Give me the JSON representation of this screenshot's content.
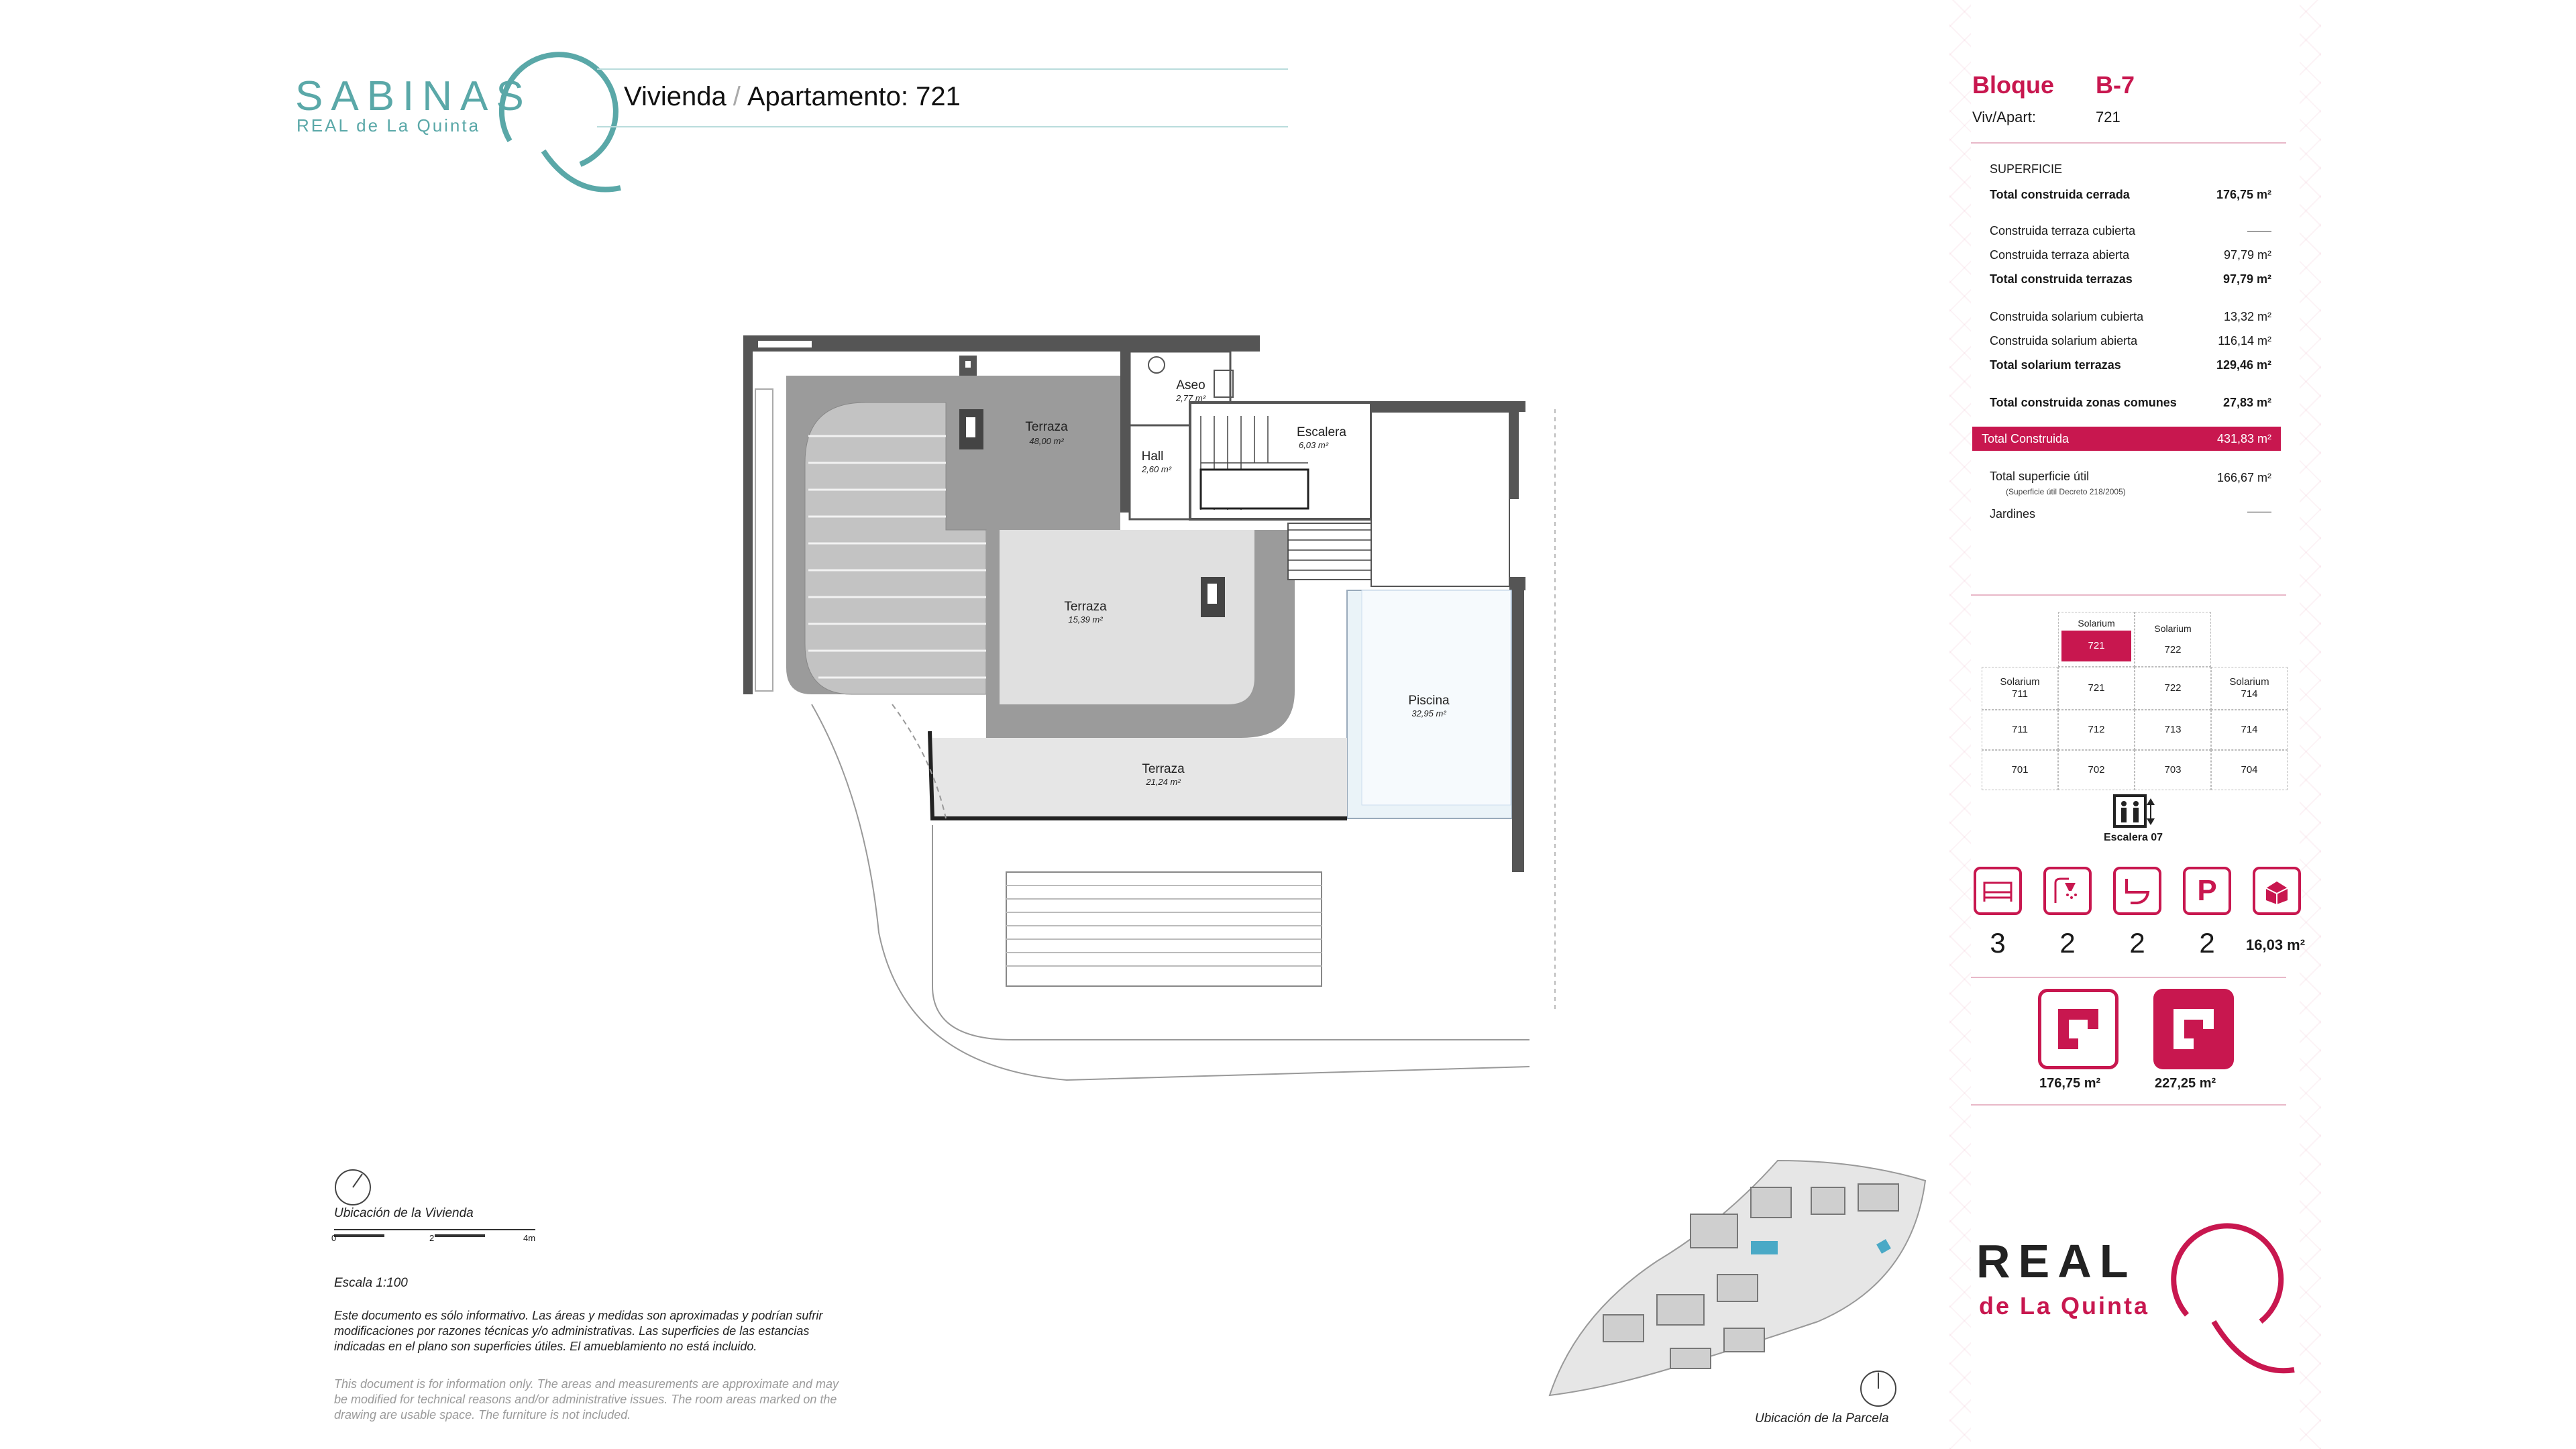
{
  "brand": {
    "name": "SABINAS",
    "sub": "REAL de La Quinta"
  },
  "header": {
    "label1": "Vivienda",
    "label2": "Apartamento:",
    "number": "721"
  },
  "plan": {
    "rooms": [
      {
        "name": "Terraza",
        "area": "48,00 m²"
      },
      {
        "name": "Aseo",
        "area": "2,77 m²"
      },
      {
        "name": "Escalera",
        "area": "6,03 m²"
      },
      {
        "name": "Hall",
        "area": "2,60 m²"
      },
      {
        "name": "Terraza",
        "area": "15,39 m²"
      },
      {
        "name": "Piscina",
        "area": "32,95 m²"
      },
      {
        "name": "Terraza",
        "area": "21,24 m²"
      }
    ]
  },
  "footer": {
    "ubicacion_vivienda": "Ubicación de la Vivienda",
    "scale_ticks": [
      "0",
      "2",
      "4m"
    ],
    "escala": "Escala 1:100",
    "note_es": "Este documento es sólo informativo. Las áreas y medidas son aproximadas y podrían sufrir modificaciones por razones técnicas y/o administrativas. Las superficies de las estancias indicadas en el plano son superficies útiles. El amueblamiento no está incluido.",
    "note_en": "This document is for information only. The areas and measurements are approximate and may be modified for technical reasons and/or administrative issues. The room areas marked on the drawing are usable space. The furniture is not included.",
    "ubicacion_parcela": "Ubicación de la Parcela"
  },
  "panel": {
    "bloque_label": "Bloque",
    "bloque_value": "B-7",
    "viv_label": "Viv/Apart:",
    "viv_value": "721",
    "superficie": "SUPERFICIE",
    "rows": [
      {
        "label": "Total construida cerrada",
        "value": "176,75 m²",
        "bold": true
      },
      {
        "label": "Construida terraza cubierta",
        "value": "——",
        "bold": false
      },
      {
        "label": "Construida terraza abierta",
        "value": "97,79 m²",
        "bold": false
      },
      {
        "label": "Total construida terrazas",
        "value": "97,79 m²",
        "bold": true
      },
      {
        "label": "Construida solarium cubierta",
        "value": "13,32 m²",
        "bold": false
      },
      {
        "label": "Construida solarium abierta",
        "value": "116,14 m²",
        "bold": false
      },
      {
        "label": "Total solarium terrazas",
        "value": "129,46 m²",
        "bold": true
      },
      {
        "label": "Total construida zonas comunes",
        "value": "27,83 m²",
        "bold": true
      }
    ],
    "total_label": "Total Construida",
    "total_value": "431,83 m²",
    "util_label": "Total superficie útil",
    "util_note": "(Superficie útil Decreto 218/2005)",
    "util_value": "166,67 m²",
    "jardines_label": "Jardines",
    "jardines_value": "——",
    "grid": {
      "top": [
        {
          "t": "Solarium",
          "n": "721",
          "active": true
        },
        {
          "t": "Solarium",
          "n": "722",
          "active": false
        }
      ],
      "row1": [
        {
          "t": "Solarium",
          "n": "711"
        },
        {
          "t": "",
          "n": "721"
        },
        {
          "t": "",
          "n": "722"
        },
        {
          "t": "Solarium",
          "n": "714"
        }
      ],
      "row2": [
        "711",
        "712",
        "713",
        "714"
      ],
      "row3": [
        "701",
        "702",
        "703",
        "704"
      ],
      "escalera": "Escalera 07"
    },
    "features": [
      {
        "icon": "bed-icon",
        "value": "3"
      },
      {
        "icon": "shower-icon",
        "value": "2"
      },
      {
        "icon": "toilet-icon",
        "value": "2"
      },
      {
        "icon": "parking-icon",
        "value": "2"
      },
      {
        "icon": "storage-icon",
        "value": "16,03 m²"
      }
    ],
    "areas": [
      {
        "icon": "built-area-icon",
        "value": "176,75 m²"
      },
      {
        "icon": "total-area-icon",
        "value": "227,25 m²"
      }
    ],
    "logo_word": "REAL",
    "logo_sub": "de La Quinta"
  },
  "colors": {
    "accent": "#c8174f",
    "teal": "#5aa8a8"
  }
}
